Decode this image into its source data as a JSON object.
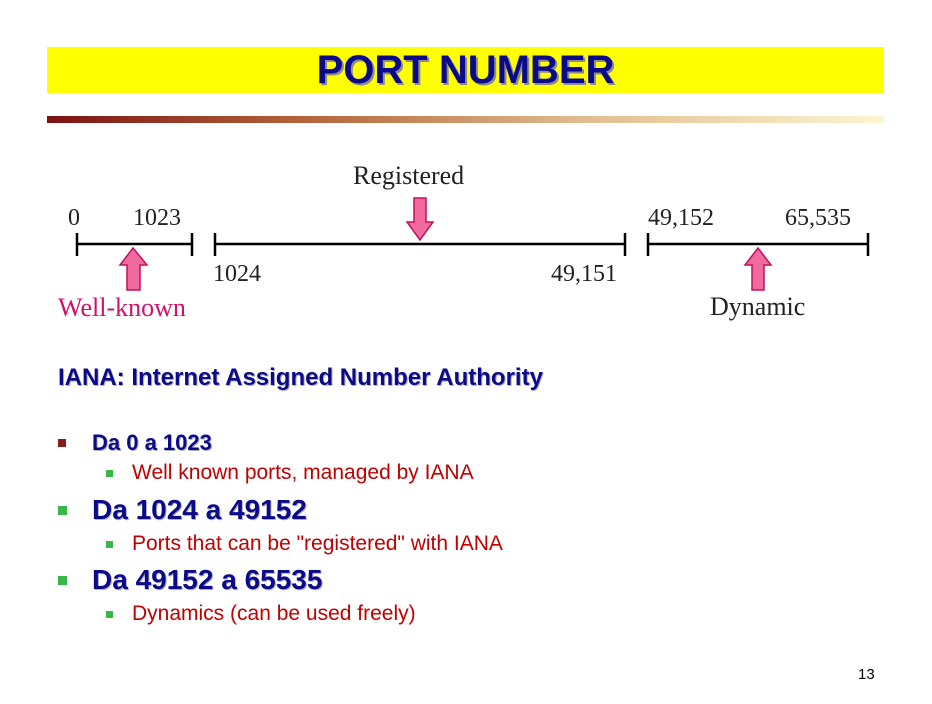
{
  "title": "PORT NUMBER",
  "diagram": {
    "label_registered": "Registered",
    "label_well_known": "Well-known",
    "label_dynamic": "Dynamic",
    "tick_0": "0",
    "tick_1023": "1023",
    "tick_1024": "1024",
    "tick_49151": "49,151",
    "tick_49152": "49,152",
    "tick_65535": "65,535"
  },
  "iana_heading": "IANA: Internet Assigned Number Authority",
  "bullets": [
    {
      "text": "Da 0 a 1023",
      "sub": "Well known ports, managed by IANA"
    },
    {
      "text": "Da 1024 a 49152",
      "sub": "Ports that can be \"registered\" with IANA"
    },
    {
      "text": "Da 49152 a 65535",
      "sub": "Dynamics (can be used freely)"
    }
  ],
  "page_number": "13",
  "colors": {
    "title_bg": "#ffff00",
    "title_text": "#0a0a8a",
    "arrow_fill": "#f06aa0",
    "arrow_stroke": "#c0105a",
    "well_known_label": "#d0106a",
    "sub_text": "#c00000",
    "bullet_level1_first": "#8b1a1a",
    "bullet_green": "#3ab54a"
  }
}
